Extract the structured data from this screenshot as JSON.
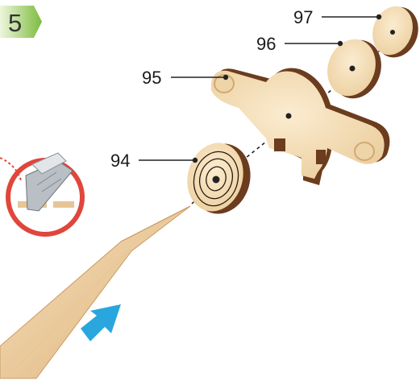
{
  "step": {
    "number": "5"
  },
  "parts": [
    {
      "id": "p94",
      "label": "94",
      "desc": "wheel"
    },
    {
      "id": "p95",
      "label": "95",
      "desc": "frame"
    },
    {
      "id": "p96",
      "label": "96",
      "desc": "disc"
    },
    {
      "id": "p97",
      "label": "97",
      "desc": "cap"
    }
  ],
  "colors": {
    "step_badge": "#7dbb3e",
    "wood_face": "#f3ddb6",
    "wood_edge": "#6b3c1e",
    "warning_ring": "#e0463a",
    "arrow": "#2aa6df"
  },
  "icons": [
    "cutter-knife-icon",
    "insertion-arrow-icon"
  ]
}
